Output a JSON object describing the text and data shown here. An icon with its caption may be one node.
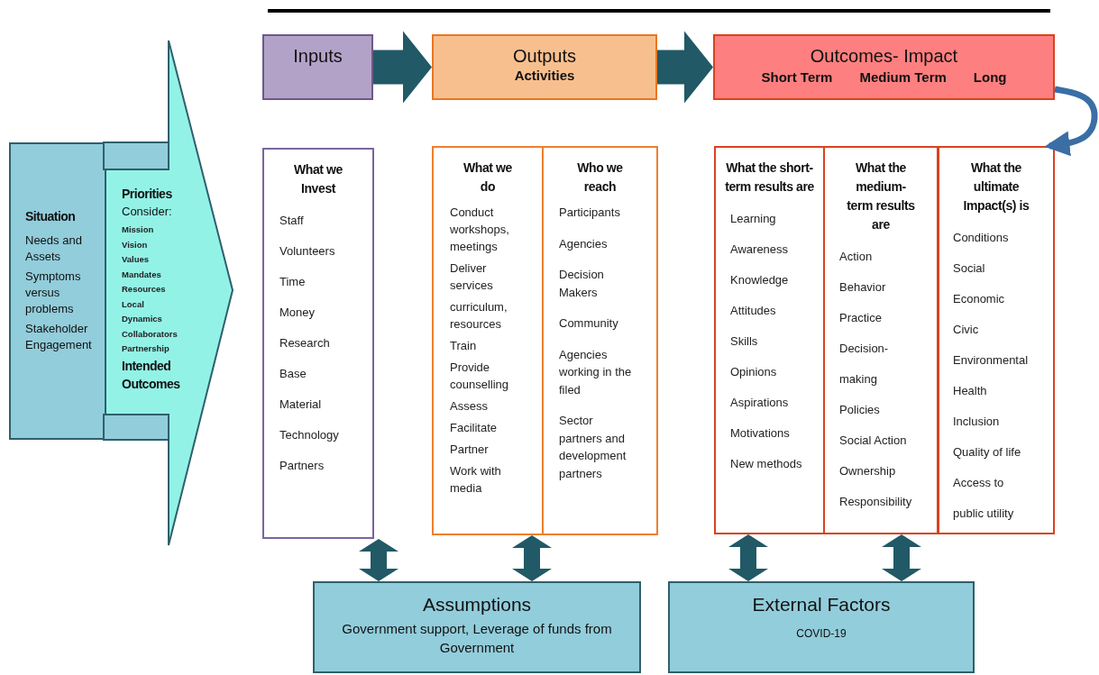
{
  "diagram": {
    "nodes": [
      {
        "text": [
          "Situation",
          "Needs and Assets",
          "Symptoms versus problems",
          "Stakeholder Engagement"
        ]
      },
      {
        "text": [
          "Priorities",
          "Consider:",
          "Mission",
          "Vision",
          "Values",
          "Mandates",
          "Resources",
          "Local",
          "Dynamics",
          "Collaborators",
          "Partnership",
          "Intended Outcomes"
        ]
      },
      {
        "text": [
          "Inputs"
        ]
      },
      {
        "text": [
          "Outputs",
          "Activities"
        ]
      },
      {
        "text": [
          "Outcomes- Impact",
          "Short Term",
          "Medium Term",
          "Long"
        ]
      },
      {
        "text": [
          "What we Invest",
          "Staff",
          "Volunteers",
          "Time",
          "Money",
          "Research",
          "Base",
          "Material",
          "Technology",
          "Partners"
        ]
      },
      {
        "text": [
          "What we do",
          "Conduct workshops, meetings",
          "Deliver services",
          "curriculum, resources",
          "Train",
          "Provide counselling",
          "Assess",
          "Facilitate",
          "Partner",
          "Work with media"
        ]
      },
      {
        "text": [
          "Who we reach",
          "Participants",
          "Agencies",
          "Decision Makers",
          "Community",
          "Agencies working in the filed",
          "Sector partners and development partners"
        ]
      },
      {
        "text": [
          "What the short-term results are",
          "Learning",
          "Awareness",
          "Knowledge",
          "Attitudes",
          "Skills",
          "Opinions",
          "Aspirations",
          "Motivations",
          "New methods"
        ]
      },
      {
        "text": [
          "What the medium-term results are",
          "Action",
          "Behavior",
          "Practice",
          "Decision-making",
          "Policies",
          "Social Action",
          "Ownership",
          "Responsibility"
        ]
      },
      {
        "text": [
          "What the ultimate Impact(s) is",
          "Conditions",
          "Social",
          "Economic",
          "Civic",
          "Environmental",
          "Health",
          "Inclusion",
          "Quality of life",
          "Access to public utility"
        ]
      },
      {
        "text": [
          "Assumptions",
          "Government support, Leverage of funds from Government"
        ]
      },
      {
        "text": [
          "External Factors",
          "COVID-19"
        ]
      }
    ],
    "edges": [
      {
        "from": 2,
        "to": 3,
        "arrow": "to"
      },
      {
        "from": 3,
        "to": 4,
        "arrow": "to"
      },
      {
        "from": 4,
        "to": 10,
        "arrow": "to",
        "color": "#3a6ea5"
      },
      {
        "from": 11,
        "to": 5,
        "arrow": "both"
      },
      {
        "from": 11,
        "to": 6,
        "arrow": "both"
      },
      {
        "from": 12,
        "to": 8,
        "arrow": "both"
      },
      {
        "from": 12,
        "to": 9,
        "arrow": "both"
      }
    ]
  }
}
